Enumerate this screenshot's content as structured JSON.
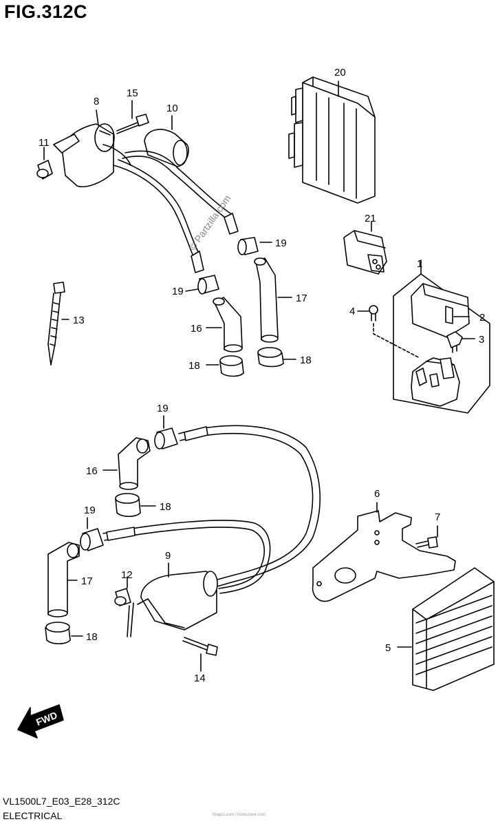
{
  "figure": {
    "title": "FIG.312C",
    "model_code": "VL1500L7_E03_E28_312C",
    "description": "ELECTRICAL",
    "footer_small": "©papiz.com / motocrane.com",
    "watermark": "© Partzilla.com",
    "fwd_label": "FWD"
  },
  "callouts": {
    "c20": "20",
    "c15": "15",
    "c8": "8",
    "c10": "10",
    "c11": "11",
    "c19a": "19",
    "c21": "21",
    "c1": "1",
    "c19b": "19",
    "c17a": "17",
    "c13": "13",
    "c4": "4",
    "c2": "2",
    "c16a": "16",
    "c3": "3",
    "c18a": "18",
    "c18b": "18",
    "c19c": "19",
    "c16b": "16",
    "c18c": "18",
    "c6": "6",
    "c19d": "19",
    "c7": "7",
    "c17b": "17",
    "c9": "9",
    "c12": "12",
    "c18d": "18",
    "c5": "5",
    "c14": "14"
  },
  "colors": {
    "line": "#000000",
    "fill": "#ffffff"
  }
}
